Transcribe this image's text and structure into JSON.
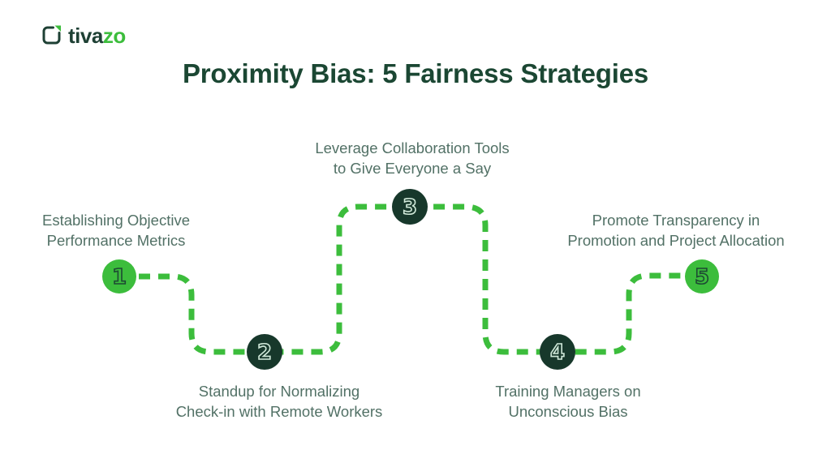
{
  "logo": {
    "brand_dark": "tiva",
    "brand_accent": "zo",
    "icon": "tivazo-logo-icon"
  },
  "title": "Proximity Bias: 5 Fairness Strategies",
  "colors": {
    "accent_green": "#3CBD3C",
    "dark_circle_green": "#17382B",
    "title_green": "#1B4733",
    "label_green": "#527166",
    "background": "#FFFFFF"
  },
  "steps": [
    {
      "number": "1",
      "label": "Establishing Objective\nPerformance Metrics",
      "circle_style": "bright",
      "label_position": "above"
    },
    {
      "number": "2",
      "label": "Standup for Normalizing\nCheck-in with Remote Workers",
      "circle_style": "dark",
      "label_position": "below"
    },
    {
      "number": "3",
      "label": "Leverage Collaboration Tools\nto Give Everyone a Say",
      "circle_style": "dark",
      "label_position": "above"
    },
    {
      "number": "4",
      "label": "Training Managers on\nUnconscious Bias",
      "circle_style": "dark",
      "label_position": "below"
    },
    {
      "number": "5",
      "label": "Promote Transparency in\nPromotion and Project Allocation",
      "circle_style": "bright",
      "label_position": "above"
    }
  ]
}
